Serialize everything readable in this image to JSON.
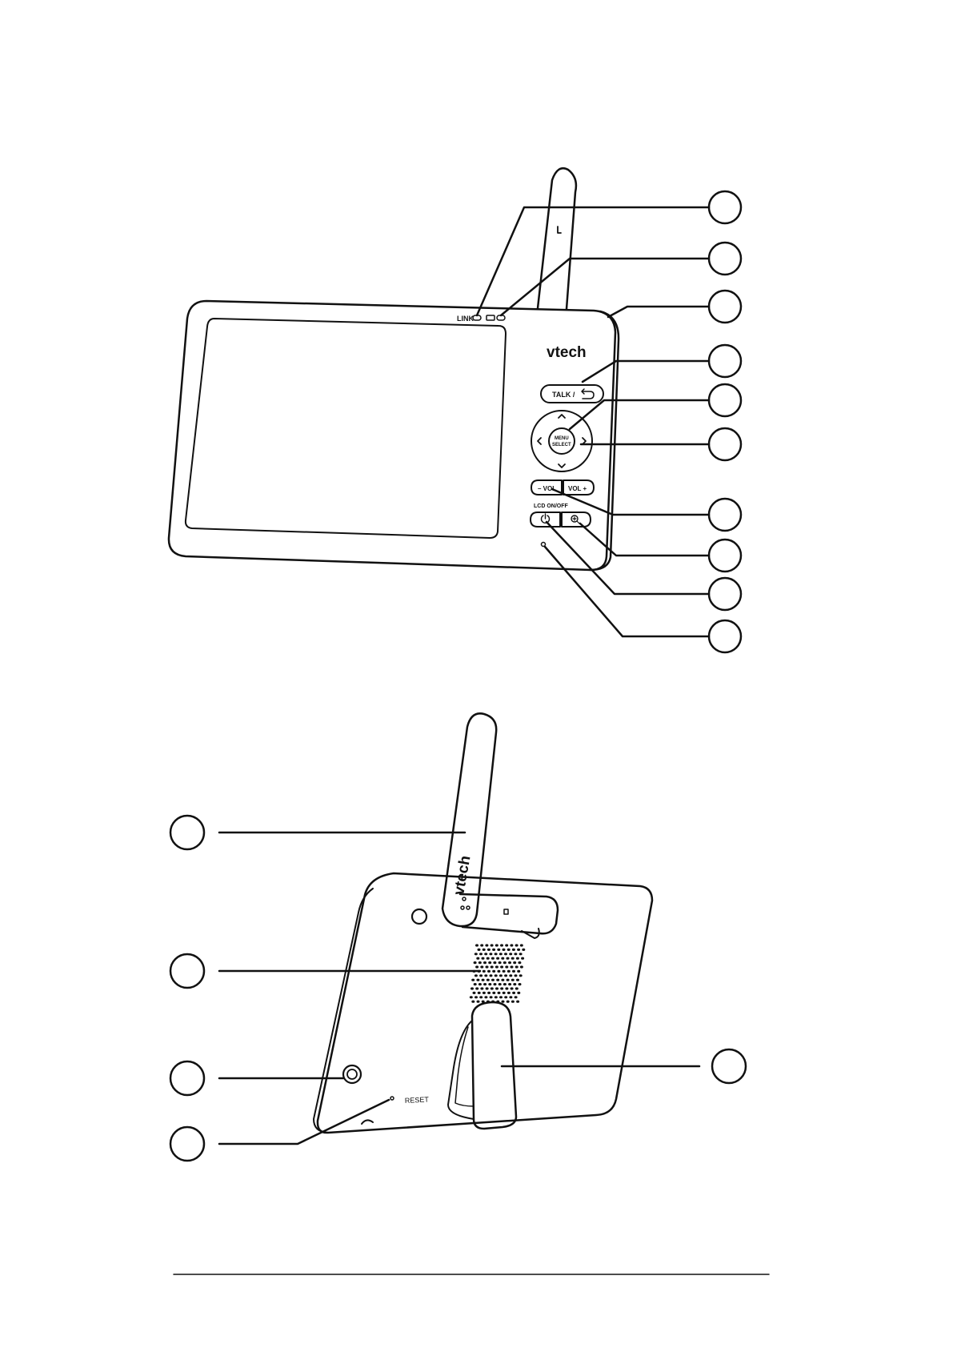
{
  "front": {
    "link_label": "LINK",
    "brand": "vtech",
    "talk_label": "TALK /",
    "menu_line1": "MENU",
    "menu_line2": "SELECT",
    "vol_minus_label": "– VOL",
    "vol_plus_label": "VOL +",
    "lcd_label": "LCD ON/OFF"
  },
  "back": {
    "brand": "vtech",
    "reset_label": "RESET"
  },
  "colors": {
    "line": "#111111",
    "background": "#ffffff"
  }
}
